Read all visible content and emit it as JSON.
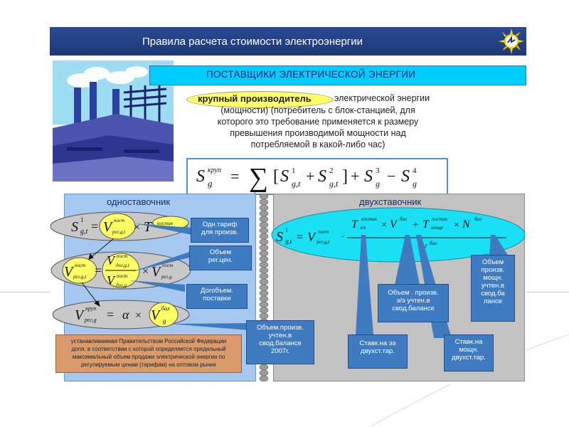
{
  "header": {
    "title": "Правила расчета стоимости электроэнергии",
    "logo_icon": "energy-sun-logo-icon"
  },
  "suppliers_title": "ПОСТАВЩИКИ ЭЛЕКТРИЧЕСКОЙ ЭНЕРГИИ",
  "big_producer": {
    "label": "крупный производитель",
    "lines": [
      "электрической энергии",
      "(мощности) (потребитель с блок-станцией, для",
      "которого это требование применяется к размеру",
      "превышения производимой мощности над",
      "потребляемой в какой-либо час)"
    ]
  },
  "one_rate": {
    "title": "одноставочник",
    "callouts": {
      "tariff": [
        "Одн.тариф",
        "для произв."
      ],
      "volume": [
        "Объем",
        "рег.цен."
      ],
      "contract": [
        "Догобъем.",
        "поставки"
      ],
      "balance": [
        "Объем.произв.",
        "учтен.в",
        "свод.балансе",
        "2007г."
      ]
    },
    "note_lines": [
      "устанавливаемая Правительством Российской Федерации",
      "доля, в соответствии с которой определяется предельный",
      "максимальный объем продажи электрической энергии по",
      "регулируемым ценам (тарифам) на  оптовом рынке"
    ]
  },
  "two_rate": {
    "title": "двухставочник",
    "callouts": {
      "energy_volume": [
        "Объем . произв.",
        "э/э учтен.в",
        "свод.балансе"
      ],
      "power_volume": [
        "Объем",
        "произв.",
        "мощн.",
        "учтен.в",
        "свод.ба",
        "лансе"
      ],
      "energy_rate": [
        "Ставк.на ээ",
        "двухст.тар."
      ],
      "power_rate": [
        "Ставк.на",
        "мощн.",
        "двухст.тар."
      ]
    }
  },
  "colors": {
    "header": "#1f3878",
    "accent": "#00ccff",
    "one_rate_panel": "#a6c8f0",
    "two_rate_panel": "#c2c2c2",
    "callout": "#3e7bc1",
    "oval_yellow": "#ffff66",
    "oval_cyan": "#19e0f5",
    "note": "#d99a6c"
  }
}
